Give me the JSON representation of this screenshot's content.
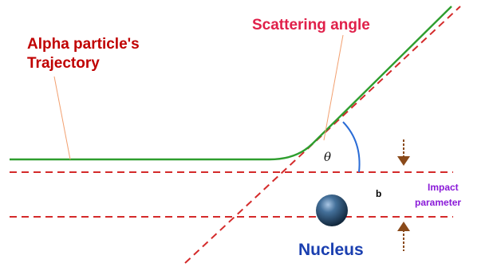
{
  "labels": {
    "trajectory_line1": "Alpha particle's",
    "trajectory_line2": "Trajectory",
    "scattering_angle": "Scattering angle",
    "theta": "θ",
    "b": "b",
    "impact_line1": "Impact",
    "impact_line2": "parameter",
    "nucleus": "Nucleus"
  },
  "colors": {
    "trajectory": "#2e9e2e",
    "dashed_lines": "#d42a2a",
    "label_red": "#c00000",
    "label_pink": "#e0204a",
    "label_blue": "#1a3fb0",
    "label_purple": "#8a1ad8",
    "angle_arc": "#2a6cd6",
    "arrows": "#8a4a1a",
    "pointer_lines": "#f2a070",
    "nucleus": "#1e3a5a"
  }
}
